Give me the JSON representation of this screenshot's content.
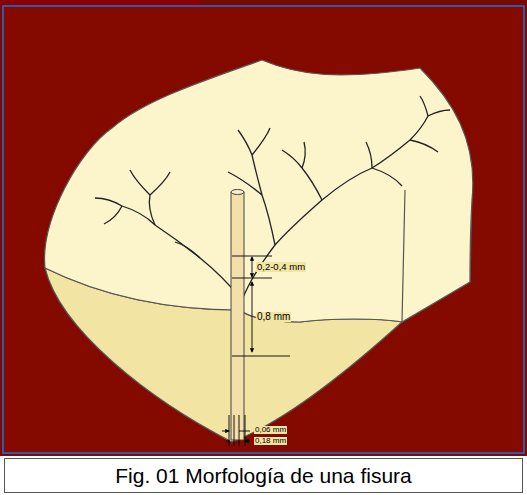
{
  "diagram": {
    "caption": "Fig. 01 Morfología de una fisura",
    "labels": [
      "0,2-0,4 mm",
      "0,8 mm",
      "0,06 mm",
      "0,18 mm"
    ]
  }
}
